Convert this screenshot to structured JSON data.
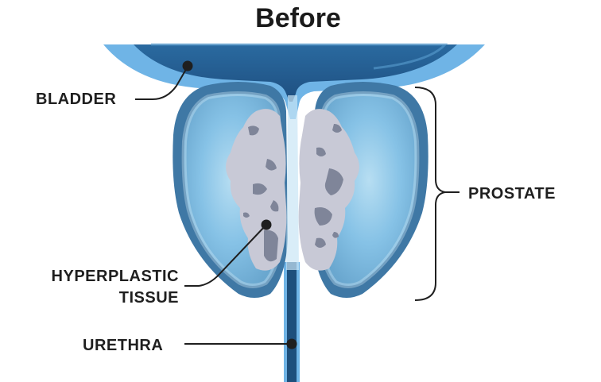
{
  "title": "Before",
  "labels": {
    "bladder": "BLADDER",
    "prostate": "PROSTATE",
    "hyperplastic_line1": "HYPERPLASTIC",
    "hyperplastic_line2": "TISSUE",
    "urethra": "URETHRA"
  },
  "colors": {
    "bladder_inner": "#1e5a88",
    "bladder_outer": "#6fb4e6",
    "prostate_outer": "#3f78a5",
    "prostate_mid": "#6fb0d8",
    "prostate_inner": "#9fd3ef",
    "tissue_light": "#c8c9d6",
    "tissue_dark": "#7f8599",
    "urethra": "#1d4f7c",
    "line": "#1f1f1f"
  }
}
